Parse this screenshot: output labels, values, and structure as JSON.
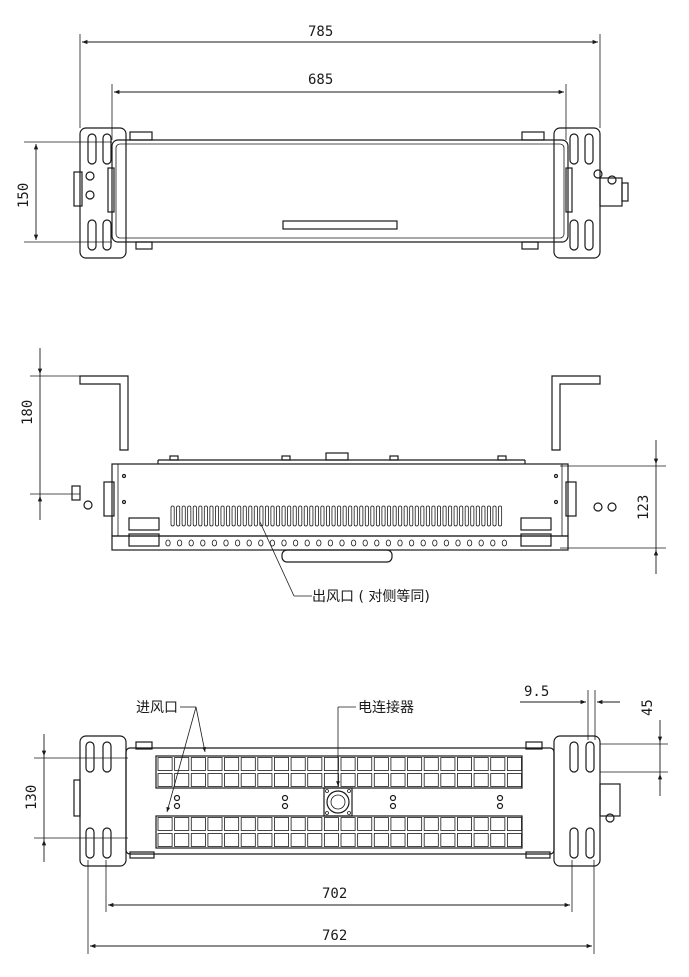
{
  "dimensions": {
    "top_overall_width": "785",
    "top_inner_width": "685",
    "top_height": "150",
    "front_height": "180",
    "front_right_height": "123",
    "bottom_offset": "9.5",
    "bottom_tab": "45",
    "bottom_height": "130",
    "bottom_inner_width": "702",
    "bottom_overall_width": "762"
  },
  "labels": {
    "outlet": "出风口 ( 对侧等同)",
    "inlet": "进风口",
    "connector": "电连接器"
  }
}
